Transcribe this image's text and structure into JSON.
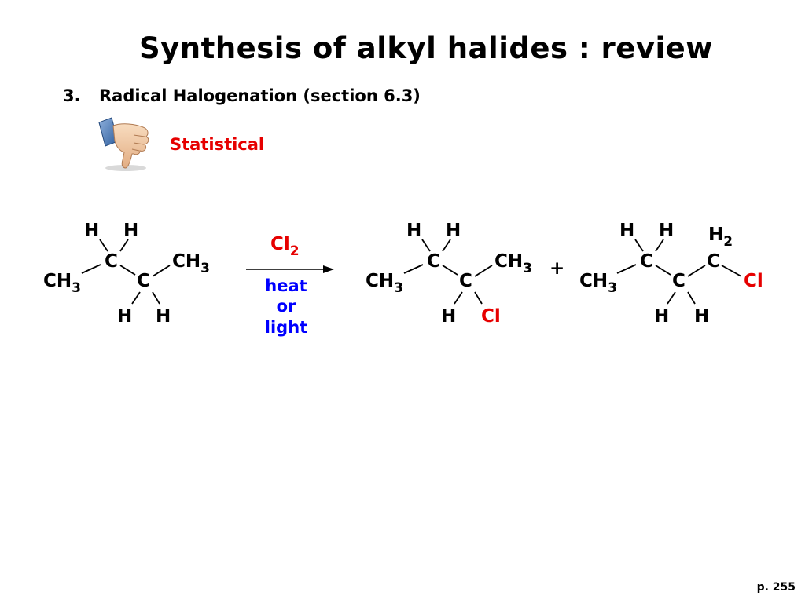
{
  "title": "Synthesis of alkyl halides : review",
  "section": {
    "number": "3.",
    "text": "Radical Halogenation (section 6.3)"
  },
  "note": "Statistical",
  "hand_icon": "thumbs-down-icon",
  "reagent": {
    "base": "Cl",
    "subscript": "2"
  },
  "conditions": {
    "line1": "heat",
    "line2": "or",
    "line3": "light"
  },
  "plus": "+",
  "atoms": {
    "H": "H",
    "C": "C",
    "CH": "CH",
    "three": "3",
    "two": "2",
    "Cl": "Cl"
  },
  "colors": {
    "title": "#000000",
    "note": "#e60000",
    "chlorine": "#e60000",
    "conditions": "#0000ff"
  },
  "page": "p. 255"
}
